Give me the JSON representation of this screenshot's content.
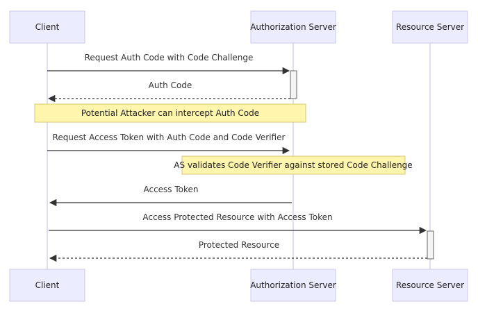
{
  "participants": [
    {
      "id": "client",
      "label": "Client"
    },
    {
      "id": "auth",
      "label": "Authorization Server"
    },
    {
      "id": "resource",
      "label": "Resource Server"
    }
  ],
  "messages": [
    {
      "from": "client",
      "to": "auth",
      "label": "Request Auth Code with Code Challenge",
      "style": "solid"
    },
    {
      "from": "auth",
      "to": "client",
      "label": "Auth Code",
      "style": "dashed"
    },
    {
      "from": "client",
      "to": "auth",
      "label": "Request Access Token with Auth Code and Code Verifier",
      "style": "solid"
    },
    {
      "from": "auth",
      "to": "client",
      "label": "Access Token",
      "style": "solid"
    },
    {
      "from": "client",
      "to": "resource",
      "label": "Access Protected Resource with Access Token",
      "style": "solid"
    },
    {
      "from": "resource",
      "to": "client",
      "label": "Protected Resource",
      "style": "dashed"
    }
  ],
  "notes": [
    {
      "label": "Potential Attacker can intercept Auth Code",
      "over": [
        "client",
        "auth"
      ]
    },
    {
      "label": "AS validates Code Verifier against stored Code Challenge",
      "over": [
        "auth"
      ]
    }
  ],
  "colors": {
    "actor_fill": "#ececff",
    "actor_stroke": "#c8c8f2",
    "note_fill": "#fff5ad",
    "line": "#333333"
  }
}
